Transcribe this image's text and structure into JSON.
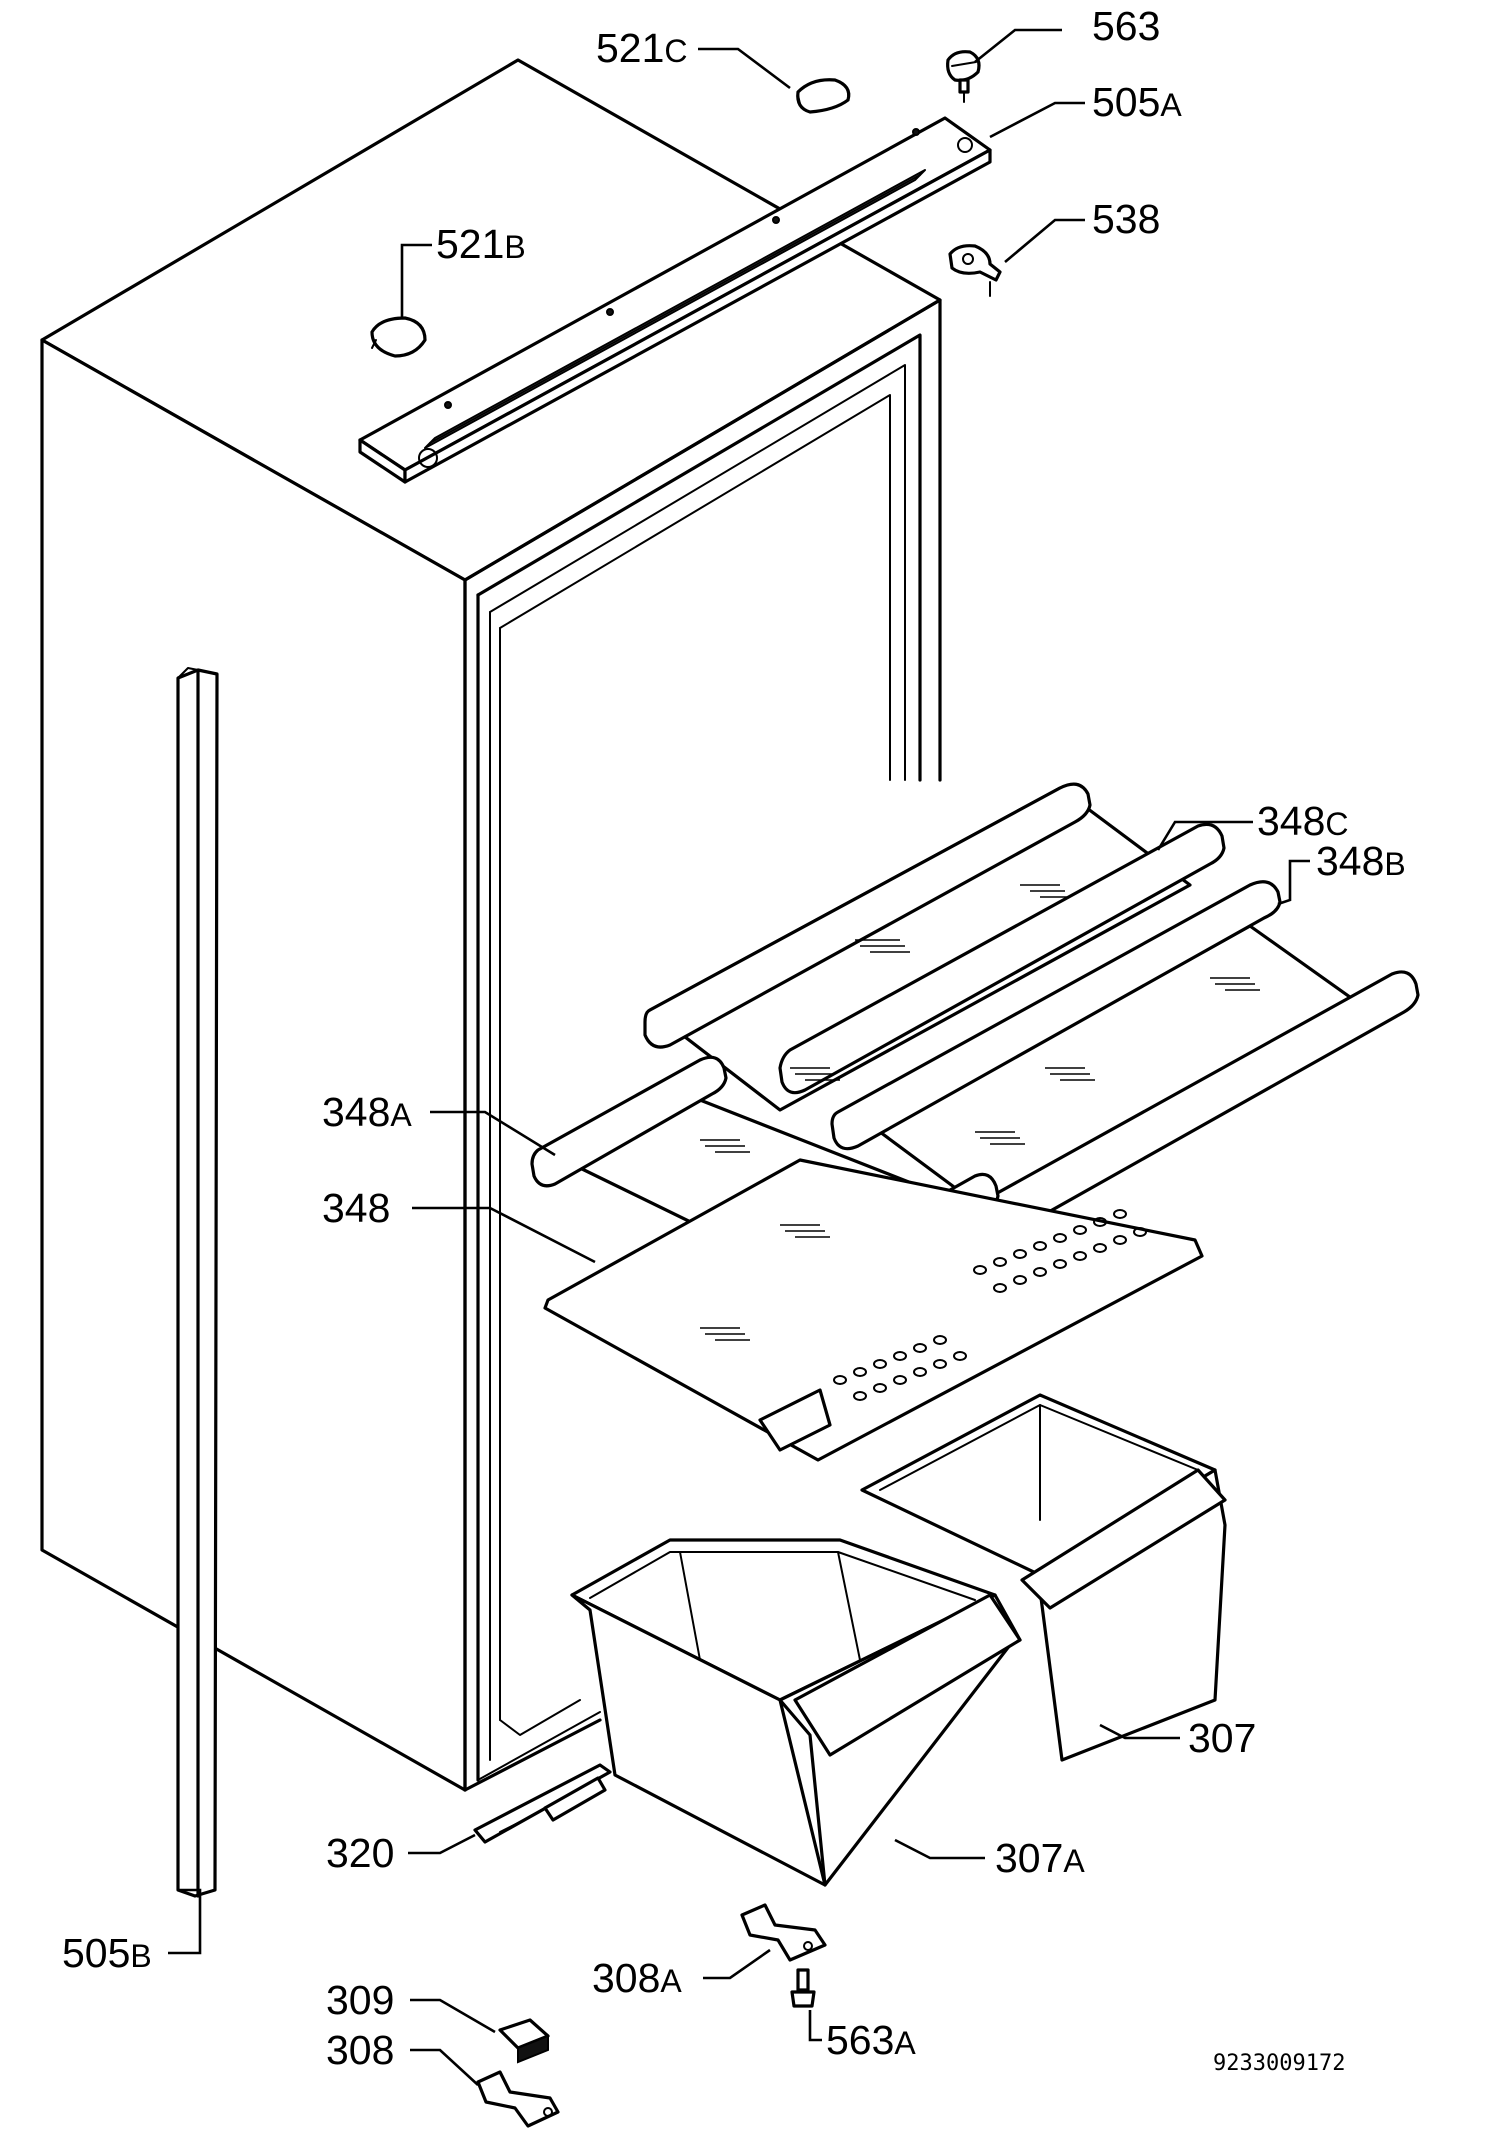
{
  "labels": {
    "p521c": {
      "num": "521",
      "suf": "C"
    },
    "p563": {
      "num": "563",
      "suf": ""
    },
    "p505a": {
      "num": "505",
      "suf": "A"
    },
    "p521b": {
      "num": "521",
      "suf": "B"
    },
    "p538": {
      "num": "538",
      "suf": ""
    },
    "p348c": {
      "num": "348",
      "suf": "C"
    },
    "p348b": {
      "num": "348",
      "suf": "B"
    },
    "p348a": {
      "num": "348",
      "suf": "A"
    },
    "p348": {
      "num": "348",
      "suf": ""
    },
    "p307": {
      "num": "307",
      "suf": ""
    },
    "p320": {
      "num": "320",
      "suf": ""
    },
    "p307a": {
      "num": "307",
      "suf": "A"
    },
    "p505b": {
      "num": "505",
      "suf": "B"
    },
    "p308a": {
      "num": "308",
      "suf": "A"
    },
    "p309": {
      "num": "309",
      "suf": ""
    },
    "p563a": {
      "num": "563",
      "suf": "A"
    },
    "p308": {
      "num": "308",
      "suf": ""
    }
  },
  "drawing_number": "9233009172"
}
